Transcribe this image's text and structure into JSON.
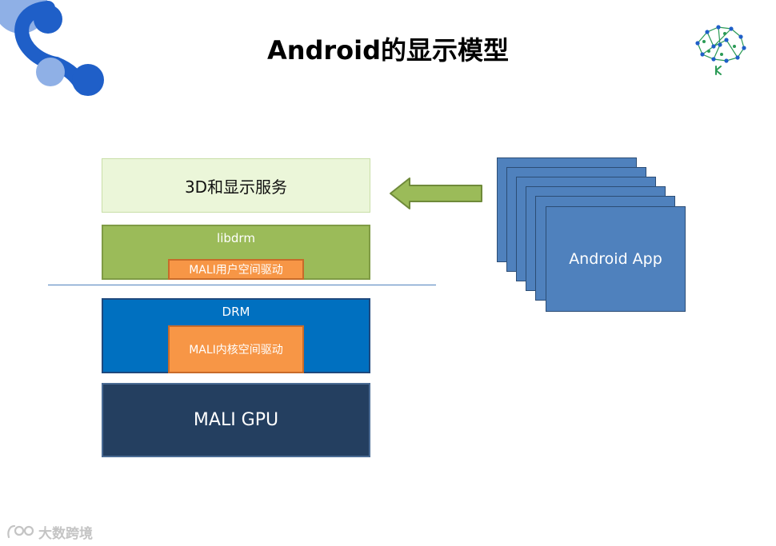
{
  "slide": {
    "title": "Android的显示模型",
    "watermark": "大数跨境"
  },
  "diagram": {
    "service_box": "3D和显示服务",
    "libdrm_box": "libdrm",
    "libdrm_inner": "MALI用户空间驱动",
    "drm_box": "DRM",
    "drm_inner": "MALI内核空间驱动",
    "gpu_box": "MALI GPU",
    "app_stack": "Android App",
    "arrow_direction": "left"
  },
  "colors": {
    "service": "#ebf6d9",
    "libdrm": "#9bbb59",
    "drm": "#0070c0",
    "gpu": "#243f60",
    "driver": "#f79646",
    "app": "#4f81bd",
    "arrow": "#9bbb59",
    "separator": "#4f81bd"
  },
  "icons": {
    "top_left": "curved-s-logo-icon",
    "top_right": "neural-k-logo-icon",
    "bottom_left": "watermark-logo-icon"
  }
}
